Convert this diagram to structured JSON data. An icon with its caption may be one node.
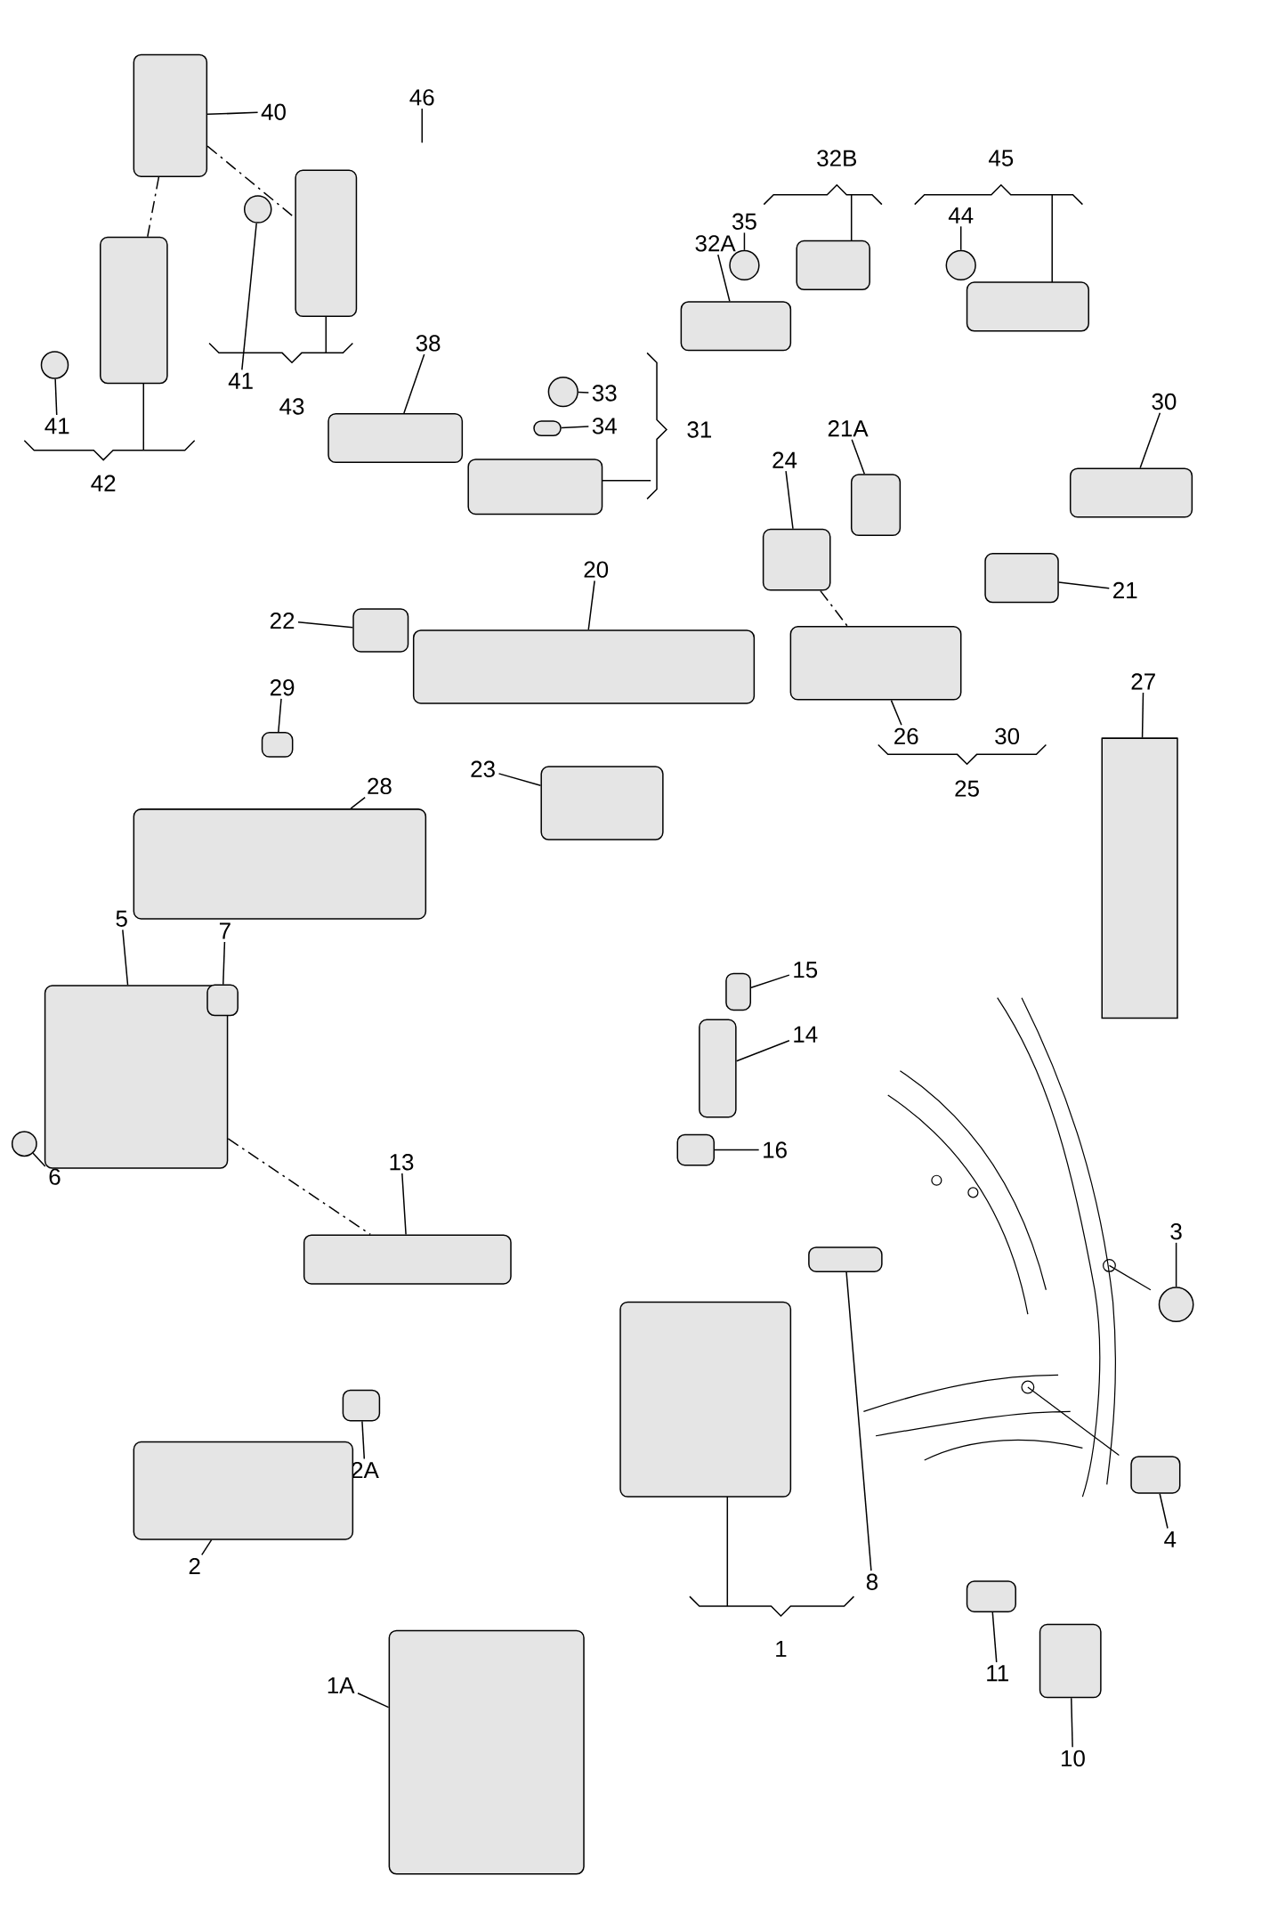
{
  "diagram": {
    "nodes": [
      {
        "text": [
          "40"
        ]
      },
      {
        "text": [],
        "shape": "box"
      },
      {
        "text": [
          "46"
        ]
      },
      {
        "text": [],
        "shape": "box"
      },
      {
        "text": [],
        "shape": "box"
      },
      {
        "text": [
          "41"
        ]
      },
      {
        "text": [],
        "shape": "circle"
      },
      {
        "text": [
          "41"
        ]
      },
      {
        "text": [],
        "shape": "circle"
      },
      {
        "text": [
          "38"
        ]
      },
      {
        "text": [],
        "shape": "box"
      },
      {
        "text": [
          "33"
        ]
      },
      {
        "text": [],
        "shape": "circle"
      },
      {
        "text": [
          "34"
        ]
      },
      {
        "text": [],
        "shape": "box"
      },
      {
        "text": [],
        "shape": "box"
      },
      {
        "text": [
          "32A"
        ]
      },
      {
        "text": [],
        "shape": "box"
      },
      {
        "text": [
          "35"
        ]
      },
      {
        "text": [],
        "shape": "circle"
      },
      {
        "text": [],
        "shape": "box"
      },
      {
        "text": [
          "44"
        ]
      },
      {
        "text": [],
        "shape": "circle"
      },
      {
        "text": [],
        "shape": "box"
      },
      {
        "text": [
          "30"
        ]
      },
      {
        "text": [],
        "shape": "box"
      },
      {
        "text": [
          "21A"
        ]
      },
      {
        "text": [],
        "shape": "box"
      },
      {
        "text": [
          "24"
        ]
      },
      {
        "text": [],
        "shape": "box"
      },
      {
        "text": [
          "20"
        ]
      },
      {
        "text": [],
        "shape": "box"
      },
      {
        "text": [
          "22"
        ]
      },
      {
        "text": [],
        "shape": "box"
      },
      {
        "text": [
          "21"
        ]
      },
      {
        "text": [],
        "shape": "box"
      },
      {
        "text": [
          "26"
        ]
      },
      {
        "text": [],
        "shape": "box"
      },
      {
        "text": [
          "27"
        ]
      },
      {
        "text": [],
        "shape": "cylinder"
      },
      {
        "text": [
          "29"
        ]
      },
      {
        "text": [],
        "shape": "box"
      },
      {
        "text": [
          "28"
        ]
      },
      {
        "text": [],
        "shape": "box"
      },
      {
        "text": [
          "23"
        ]
      },
      {
        "text": [],
        "shape": "box"
      },
      {
        "text": [
          "5"
        ]
      },
      {
        "text": [],
        "shape": "box"
      },
      {
        "text": [
          "7"
        ]
      },
      {
        "text": [],
        "shape": "box"
      },
      {
        "text": [
          "6"
        ]
      },
      {
        "text": [],
        "shape": "circle"
      },
      {
        "text": [
          "13"
        ]
      },
      {
        "text": [],
        "shape": "box"
      },
      {
        "text": [
          "15"
        ]
      },
      {
        "text": [],
        "shape": "box"
      },
      {
        "text": [
          "14"
        ]
      },
      {
        "text": [],
        "shape": "box"
      },
      {
        "text": [
          "16"
        ]
      },
      {
        "text": [],
        "shape": "box"
      },
      {
        "text": [
          "3"
        ]
      },
      {
        "text": [],
        "shape": "circle"
      },
      {
        "text": [
          "8"
        ]
      },
      {
        "text": [],
        "shape": "box"
      },
      {
        "text": [],
        "shape": "box"
      },
      {
        "text": [
          "4"
        ]
      },
      {
        "text": [],
        "shape": "box"
      },
      {
        "text": [
          "2A"
        ]
      },
      {
        "text": [],
        "shape": "box"
      },
      {
        "text": [
          "2"
        ]
      },
      {
        "text": [],
        "shape": "box"
      },
      {
        "text": [
          "1A"
        ]
      },
      {
        "text": [],
        "shape": "box"
      },
      {
        "text": [
          "11"
        ]
      },
      {
        "text": [],
        "shape": "box"
      },
      {
        "text": [
          "10"
        ]
      },
      {
        "text": [],
        "shape": "box"
      }
    ],
    "edges": [
      {
        "from": 0,
        "to": 1,
        "arrow": "none"
      },
      {
        "from": 2,
        "to": null,
        "arrow": "none"
      },
      {
        "from": 5,
        "to": 6,
        "arrow": "none"
      },
      {
        "from": 7,
        "to": 8,
        "arrow": "none"
      },
      {
        "from": 9,
        "to": 10,
        "arrow": "none"
      },
      {
        "from": 11,
        "to": 12,
        "arrow": "none"
      },
      {
        "from": 13,
        "to": 14,
        "arrow": "none"
      },
      {
        "from": 16,
        "to": 17,
        "arrow": "none"
      },
      {
        "from": 18,
        "to": 19,
        "arrow": "none"
      },
      {
        "from": 21,
        "to": 22,
        "arrow": "none"
      },
      {
        "from": 24,
        "to": 25,
        "arrow": "none"
      },
      {
        "from": 26,
        "to": 27,
        "arrow": "none"
      },
      {
        "from": 28,
        "to": 29,
        "arrow": "none"
      },
      {
        "from": 30,
        "to": 31,
        "arrow": "none"
      },
      {
        "from": 32,
        "to": 33,
        "arrow": "none"
      },
      {
        "from": 34,
        "to": 35,
        "arrow": "none"
      },
      {
        "from": 36,
        "to": 37,
        "arrow": "none"
      },
      {
        "from": 38,
        "to": 39,
        "arrow": "none"
      },
      {
        "from": 40,
        "to": 41,
        "arrow": "none"
      },
      {
        "from": 42,
        "to": 43,
        "arrow": "none"
      },
      {
        "from": 44,
        "to": 45,
        "arrow": "none"
      },
      {
        "from": 46,
        "to": 47,
        "arrow": "none"
      },
      {
        "from": 48,
        "to": 49,
        "arrow": "none"
      },
      {
        "from": 50,
        "to": 51,
        "arrow": "none"
      },
      {
        "from": 52,
        "to": 53,
        "arrow": "none"
      },
      {
        "from": 54,
        "to": 55,
        "arrow": "none"
      },
      {
        "from": 56,
        "to": 57,
        "arrow": "none"
      },
      {
        "from": 58,
        "to": 59,
        "arrow": "none"
      },
      {
        "from": 60,
        "to": 61,
        "arrow": "none"
      },
      {
        "from": 62,
        "to": 63,
        "arrow": "none"
      },
      {
        "from": 65,
        "to": 66,
        "arrow": "none"
      },
      {
        "from": 67,
        "to": 68,
        "arrow": "none"
      },
      {
        "from": 69,
        "to": 70,
        "arrow": "none"
      },
      {
        "from": 71,
        "to": 72,
        "arrow": "none"
      },
      {
        "from": 73,
        "to": 74,
        "arrow": "none"
      },
      {
        "from": 75,
        "to": 76,
        "arrow": "none"
      },
      {
        "from": 1,
        "to": 3,
        "arrow": "none",
        "style": "dashed"
      },
      {
        "from": 1,
        "to": 4,
        "arrow": "none",
        "style": "dashed"
      },
      {
        "from": 29,
        "to": 37,
        "arrow": "none",
        "style": "dashed"
      },
      {
        "from": 47,
        "to": 53,
        "arrow": "none",
        "style": "dashed"
      }
    ],
    "labels": [
      "42",
      "43",
      "31",
      "32B",
      "45",
      "30",
      "25",
      "1"
    ]
  }
}
